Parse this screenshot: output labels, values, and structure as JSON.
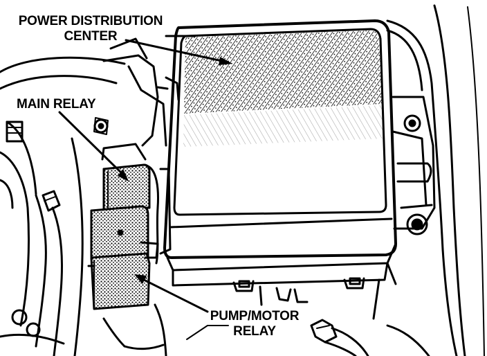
{
  "labels": {
    "power_distribution_center": {
      "line1": "POWER DISTRIBUTION",
      "line2": "CENTER"
    },
    "main_relay": {
      "line1": "MAIN RELAY"
    },
    "pump_motor_relay": {
      "line1": "PUMP/MOTOR",
      "line2": "RELAY"
    }
  },
  "colors": {
    "ink": "#000000",
    "paper": "#ffffff"
  }
}
